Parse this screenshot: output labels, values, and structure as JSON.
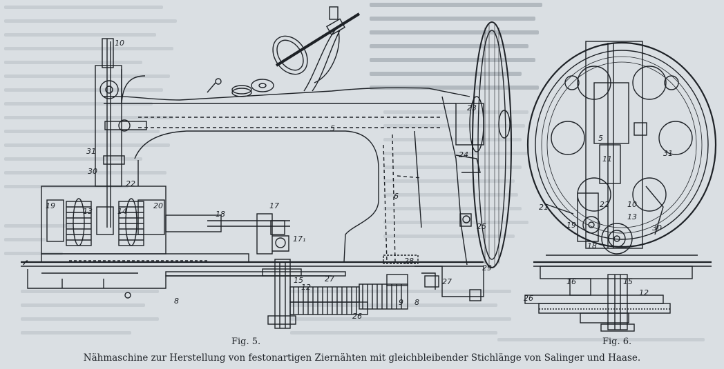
{
  "figures": [
    {
      "label": "Fig. 5."
    },
    {
      "label": "Fig. 6."
    }
  ],
  "caption": "Nähmaschine zur Herstellung von festonartigen Ziernähten mit gleichbleibender Stichlänge von Salinger und Haase.",
  "fig5_callouts": [
    "10",
    "5",
    "23",
    "24",
    "31",
    "30",
    "22",
    "19",
    "13",
    "14",
    "20",
    "18",
    "17",
    "17₁",
    "6",
    "25",
    "28",
    "29",
    "15",
    "12",
    "27",
    "8",
    "26",
    "27",
    "9",
    "8"
  ],
  "fig6_callouts": [
    "5",
    "11",
    "31",
    "21",
    "22",
    "10",
    "13",
    "19",
    "18",
    "30",
    "16",
    "15",
    "12",
    "26"
  ],
  "palette": {
    "paper": "#dadfe3",
    "ink": "#1d2126",
    "faded_text": "#c7cdd2"
  }
}
